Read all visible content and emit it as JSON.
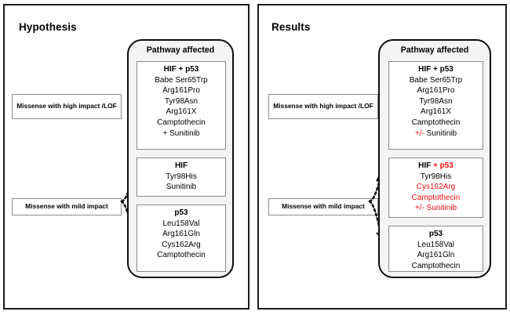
{
  "figure": {
    "panels": [
      {
        "title": "Hypothesis",
        "inputs": [
          {
            "label": "Missense with high impact\n/LOF"
          },
          {
            "label": "Missense with mild impact"
          }
        ],
        "pathway": {
          "header": "Pathway affected",
          "boxes": [
            {
              "id": "box-a",
              "lines": [
                {
                  "text": "HIF + p53",
                  "bold": true,
                  "color": "#000000"
                },
                {
                  "text": "Babe Ser65Trp",
                  "bold": false,
                  "color": "#000000"
                },
                {
                  "text": "Arg161Pro",
                  "bold": false,
                  "color": "#000000"
                },
                {
                  "text": "Tyr98Asn",
                  "bold": false,
                  "color": "#000000"
                },
                {
                  "text": "Arg161X",
                  "bold": false,
                  "color": "#000000"
                },
                {
                  "text": "Camptothecin",
                  "bold": false,
                  "color": "#000000"
                },
                {
                  "text": "+ Sunitinib",
                  "bold": false,
                  "color": "#000000"
                }
              ]
            },
            {
              "id": "box-b",
              "lines": [
                {
                  "text": "HIF",
                  "bold": true,
                  "color": "#000000"
                },
                {
                  "text": "Tyr98His",
                  "bold": false,
                  "color": "#000000"
                },
                {
                  "text": "Sunitinib",
                  "bold": false,
                  "color": "#000000"
                }
              ]
            },
            {
              "id": "box-c",
              "lines": [
                {
                  "text": "p53",
                  "bold": true,
                  "color": "#000000"
                },
                {
                  "text": "Leu158Val",
                  "bold": false,
                  "color": "#000000"
                },
                {
                  "text": "Arg161Gln",
                  "bold": false,
                  "color": "#000000"
                },
                {
                  "text": "Cys162Arg",
                  "bold": false,
                  "color": "#000000"
                },
                {
                  "text": "Camptothecin",
                  "bold": false,
                  "color": "#000000"
                }
              ]
            }
          ]
        }
      },
      {
        "title": "Results",
        "inputs": [
          {
            "label": "Missense with high impact\n/LOF"
          },
          {
            "label": "Missense with mild impact"
          }
        ],
        "pathway": {
          "header": "Pathway affected",
          "boxes": [
            {
              "id": "box-a",
              "lines": [
                {
                  "text": "HIF + p53",
                  "bold": true,
                  "color": "#000000"
                },
                {
                  "text": "Babe Ser65Trp",
                  "bold": false,
                  "color": "#000000"
                },
                {
                  "text": "Arg161Pro",
                  "bold": false,
                  "color": "#000000"
                },
                {
                  "text": "Tyr98Asn",
                  "bold": false,
                  "color": "#000000"
                },
                {
                  "text": "Arg161X",
                  "bold": false,
                  "color": "#000000"
                },
                {
                  "text": "Camptothecin",
                  "bold": false,
                  "color": "#000000"
                },
                {
                  "text": "+/- Sunitinib",
                  "bold": false,
                  "color": "#fa0d0d",
                  "parts": [
                    {
                      "text": "+/-",
                      "color": "#fa0d0d"
                    },
                    {
                      "text": " Sunitinib",
                      "color": "#000000"
                    }
                  ]
                }
              ]
            },
            {
              "id": "box-b",
              "lines": [
                {
                  "text": "HIF + p53",
                  "bold": true,
                  "color": "#000000",
                  "parts": [
                    {
                      "text": "HIF ",
                      "color": "#000000"
                    },
                    {
                      "text": "+ p53",
                      "color": "#fa0d0d"
                    }
                  ]
                },
                {
                  "text": "Tyr98His",
                  "bold": false,
                  "color": "#000000"
                },
                {
                  "text": "Cys162Arg",
                  "bold": false,
                  "color": "#fa0d0d"
                },
                {
                  "text": "Camptothecin",
                  "bold": false,
                  "color": "#fa0d0d"
                },
                {
                  "text": "+/- Sunitinib",
                  "bold": false,
                  "color": "#fa0d0d"
                }
              ]
            },
            {
              "id": "box-c",
              "lines": [
                {
                  "text": "p53",
                  "bold": true,
                  "color": "#000000"
                },
                {
                  "text": "Leu158Val",
                  "bold": false,
                  "color": "#000000"
                },
                {
                  "text": "Arg161Gln",
                  "bold": false,
                  "color": "#000000"
                },
                {
                  "text": "Camptothecin",
                  "bold": false,
                  "color": "#000000"
                }
              ]
            }
          ]
        }
      }
    ],
    "colors": {
      "highlight": "#fa0d0d",
      "frame": "#1a1a1a",
      "box_border": "#8a8a8a",
      "pathway_fill": "#f4f4f4"
    }
  }
}
